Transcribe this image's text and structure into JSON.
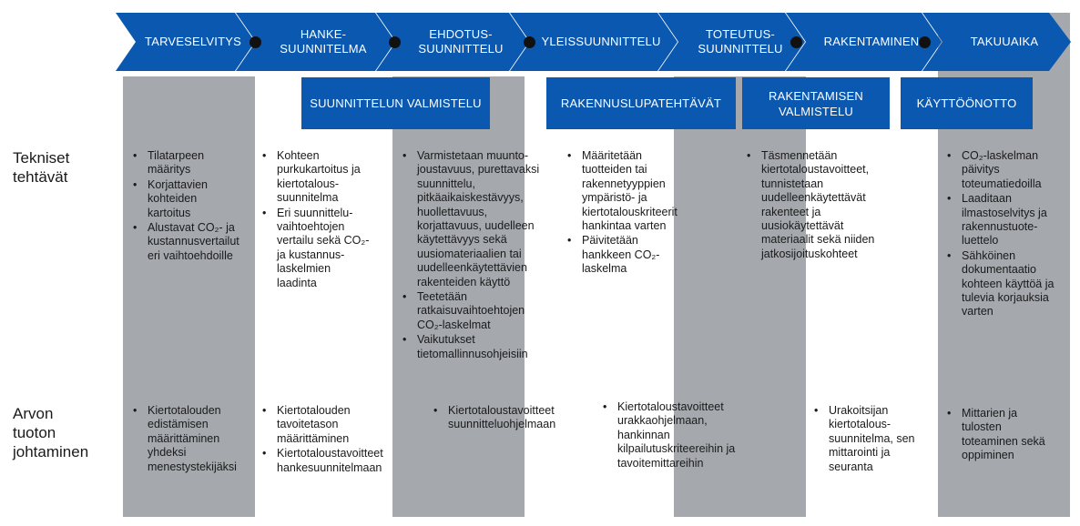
{
  "phases": [
    {
      "label": "TARVESELVITYS"
    },
    {
      "label": "HANKE-\nSUUNNITELMA"
    },
    {
      "label": "EHDOTUS-\nSUUNNITTELU"
    },
    {
      "label": "YLEISSUUNNITTELU"
    },
    {
      "label": "TOTEUTUS-\nSUUNNITTELU"
    },
    {
      "label": "RAKENTAMINEN"
    },
    {
      "label": "TAKUUAIKA"
    }
  ],
  "subphases": [
    {
      "label": "SUUNNITTELUN VALMISTELU"
    },
    {
      "label": "RAKENNUSLUPATEHTÄVÄT"
    },
    {
      "label": "RAKENTAMISEN\nVALMISTELU"
    },
    {
      "label": "KÄYTTÖÖNOTTO"
    }
  ],
  "rows": {
    "technical": "Tekniset\ntehtävät",
    "value": "Arvon\ntuoton\njohtaminen"
  },
  "technical_tasks": [
    [
      "Tilatarpeen\nmääritys",
      "Korjattavien\nkohteiden\nkartoitus",
      "Alustavat CO₂- ja\nkustannusvertailut\neri vaihtoehdoille"
    ],
    [
      "Kohteen\npurkukartoitus ja\nkiertotalous-\nsuunnitelma",
      "Eri suunnittelu-\nvaihtoehtojen\nvertailu sekä CO₂-\nja kustannus-\nlaskelmien\nlaadinta"
    ],
    [
      "Varmistetaan muunto-\njoustavuus, purettavaksi\nsuunnittelu,\npitkäaikaiskestävyys,\nhuollettavuus,\nkorjattavuus, uudelleen\nkäytettävyys sekä\nuusiomateriaalien tai\nuudelleenkäytettävien\nrakenteiden käyttö",
      "Teetetään\nratkaisuvaihtoehtojen\nCO₂-laskelmat",
      "Vaikutukset\ntietomallinnusohjeisiin"
    ],
    [
      "Määritetään\ntuotteiden tai\nrakennetyyppien\nympäristö- ja\nkiertotalouskriteerit\nhankintaa varten",
      "Päivitetään\nhankkeen CO₂-\nlaskelma"
    ],
    [
      "Täsmennetään\nkiertotaloustavoitteet,\ntunnistetaan\nuudelleenkäytettävät\nrakenteet ja\nuusiokäytettävät\nmateriaalit sekä niiden\njatkosijoituskohteet"
    ],
    [
      "CO₂-laskelman\npäivitys\ntoteumatiedoilla",
      "Laaditaan\nilmastoselvitys ja\nrakennustuote-\nluettelo",
      "Sähköinen\ndokumentaatio\nkohteen käyttöä ja\ntulevia korjauksia\nvarten"
    ]
  ],
  "value_tasks": [
    [
      "Kiertotalouden\nedistämisen\nmäärittäminen\nyhdeksi\nmenestystekijäksi"
    ],
    [
      "Kiertotalouden\ntavoitetason\nmäärittäminen",
      "Kiertotaloustavoitteet\nhankesuunnitelmaan"
    ],
    [
      "Kiertotaloustavoitteet\nsuunnitteluohjelmaan"
    ],
    [
      "Kiertotaloustavoitteet\nurakkaohjelmaan,\nhankinnan\nkilpailutuskriteereihin ja\ntavoitemittareihin"
    ],
    [
      "Urakoitsijan\nkiertotalous-\nsuunnitelma, sen\nmittarointi ja\nseuranta"
    ],
    [
      "Mittarien ja\ntulosten\ntoteaminen sekä\noppiminen"
    ]
  ],
  "colors": {
    "chevron": "#0a58b0",
    "column": "#a5a8ad",
    "dot": "#111111"
  }
}
